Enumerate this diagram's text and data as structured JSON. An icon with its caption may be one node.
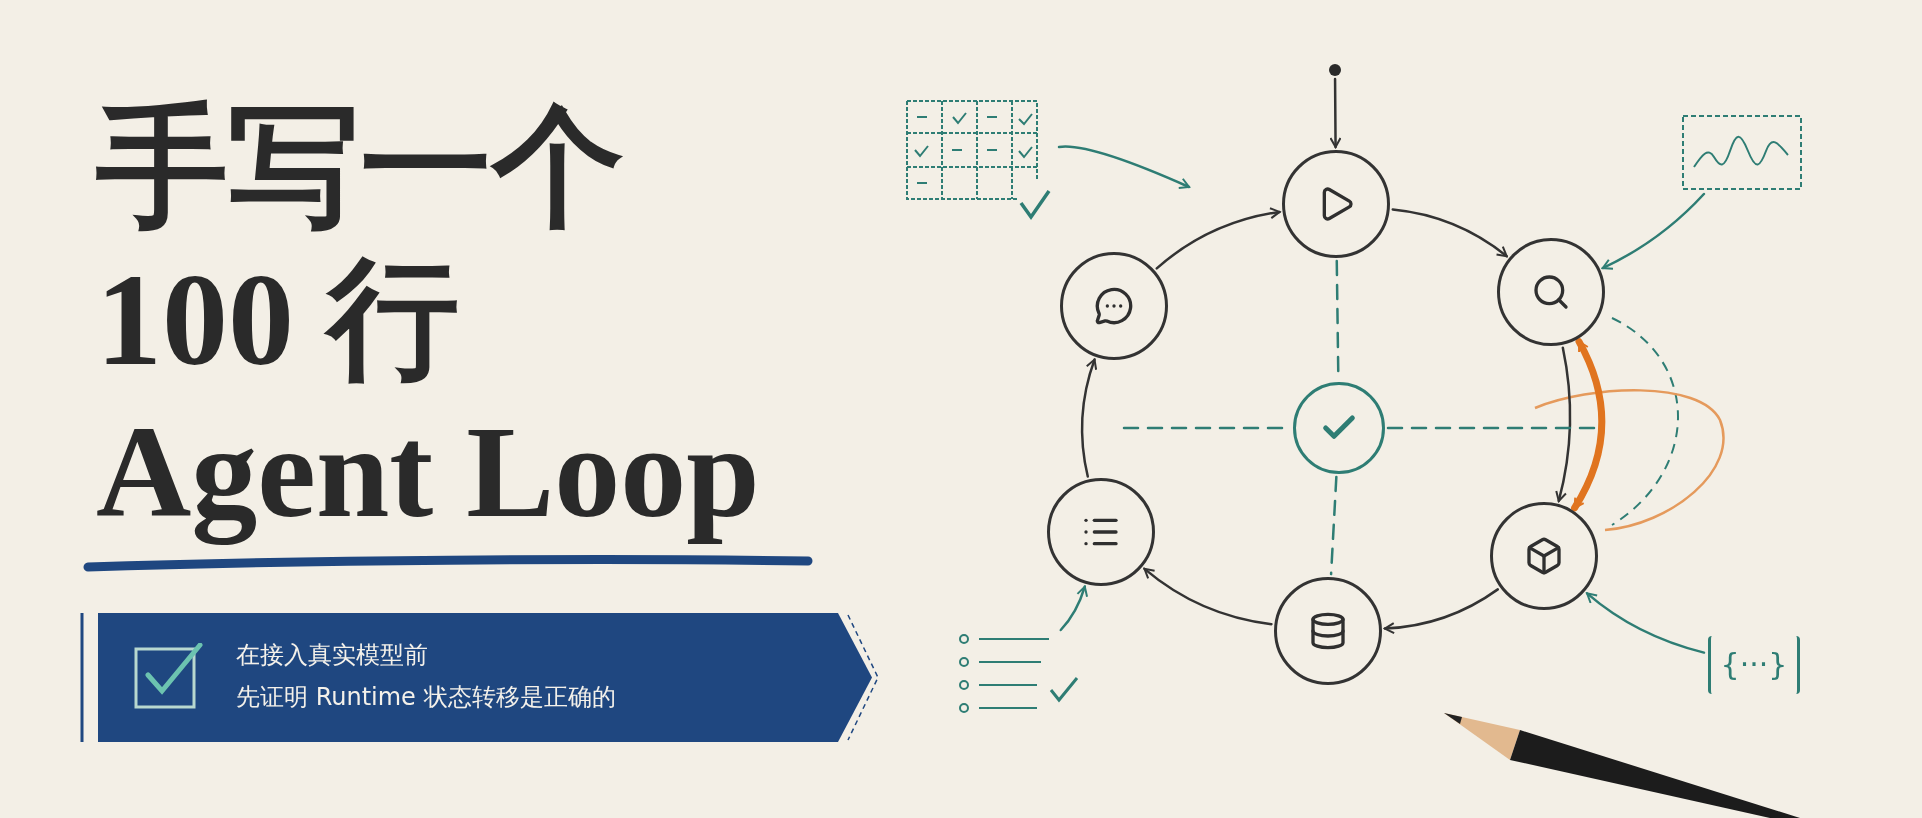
{
  "diagram": {
    "title": "手写一个 100 行 Agent Loop",
    "nodes": [
      {
        "text": [
          "在接入真实模型前",
          "先证明 Runtime 状态转移是正确的"
        ]
      },
      {
        "text": [],
        "shape": "circle"
      },
      {
        "text": [],
        "shape": "circle"
      },
      {
        "text": [],
        "shape": "circle"
      },
      {
        "text": [],
        "shape": "circle"
      },
      {
        "text": [],
        "shape": "circle"
      },
      {
        "text": [],
        "shape": "circle"
      },
      {
        "text": [],
        "shape": "circle"
      },
      {
        "text": [],
        "shape": "circle"
      },
      {
        "text": [],
        "shape": "picture"
      },
      {
        "text": [],
        "shape": "picture"
      },
      {
        "text": [],
        "shape": "picture"
      },
      {
        "text": [
          "{···}"
        ]
      }
    ],
    "edges": [
      {
        "from": 1,
        "to": 2,
        "arrow": "to"
      },
      {
        "from": 7,
        "to": 2,
        "arrow": "to"
      },
      {
        "from": 2,
        "to": 3,
        "arrow": "to"
      },
      {
        "from": 3,
        "to": 4,
        "arrow": "to"
      },
      {
        "from": 4,
        "to": 5,
        "arrow": "to"
      },
      {
        "from": 5,
        "to": 6,
        "arrow": "to"
      },
      {
        "from": 6,
        "to": 7,
        "arrow": "to"
      },
      {
        "from": 4,
        "to": 3,
        "arrow": "both",
        "style": "thick",
        "color": "#e0741f"
      },
      {
        "from": 2,
        "to": 8,
        "arrow": "none",
        "style": "dashed",
        "color": "#2e7d74"
      },
      {
        "from": 8,
        "to": 5,
        "arrow": "none",
        "style": "dashed",
        "color": "#2e7d74"
      },
      {
        "from": 9,
        "to": null,
        "arrow": "to",
        "color": "#2e7d74"
      },
      {
        "from": 10,
        "to": 3,
        "arrow": "to",
        "color": "#2e7d74"
      },
      {
        "from": 11,
        "to": 6,
        "arrow": "to",
        "color": "#2e7d74"
      },
      {
        "from": 12,
        "to": 4,
        "arrow": "to",
        "color": "#2e7d74"
      },
      {
        "from": null,
        "to": 8,
        "arrow": "none",
        "style": "dashed",
        "color": "#2e7d74"
      },
      {
        "from": 8,
        "to": null,
        "arrow": "none",
        "style": "dashed",
        "color": "#2e7d74"
      }
    ]
  }
}
